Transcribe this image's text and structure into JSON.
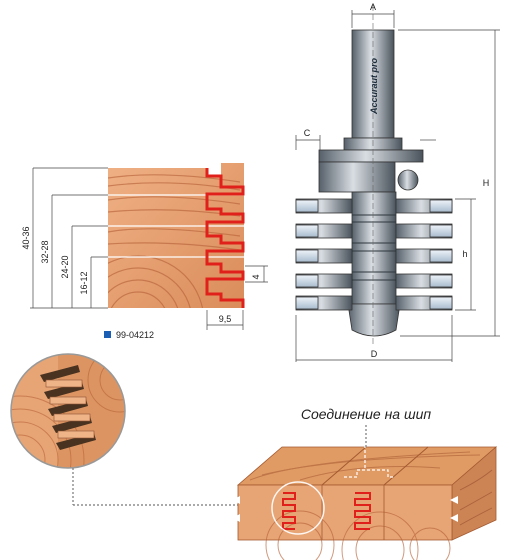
{
  "dimensions": {
    "a": "A",
    "c": "C",
    "d": "D",
    "h_total": "H",
    "h_cut": "h",
    "side_40_36": "40-36",
    "side_32_28": "32-28",
    "side_24_20": "24-20",
    "side_16_12": "16-12",
    "slot": "4",
    "depth": "9,5"
  },
  "product": {
    "code": "99-04212",
    "code_color": "#1a5fb4"
  },
  "shank_brand": "Accuraut pro",
  "caption": "Соединение на шип",
  "colors": {
    "wood_light": "#e9a77a",
    "wood_dark": "#c8744a",
    "profile_red": "#e0211b",
    "steel": "#9aa4ad",
    "carbide": "#c9d7e6"
  }
}
